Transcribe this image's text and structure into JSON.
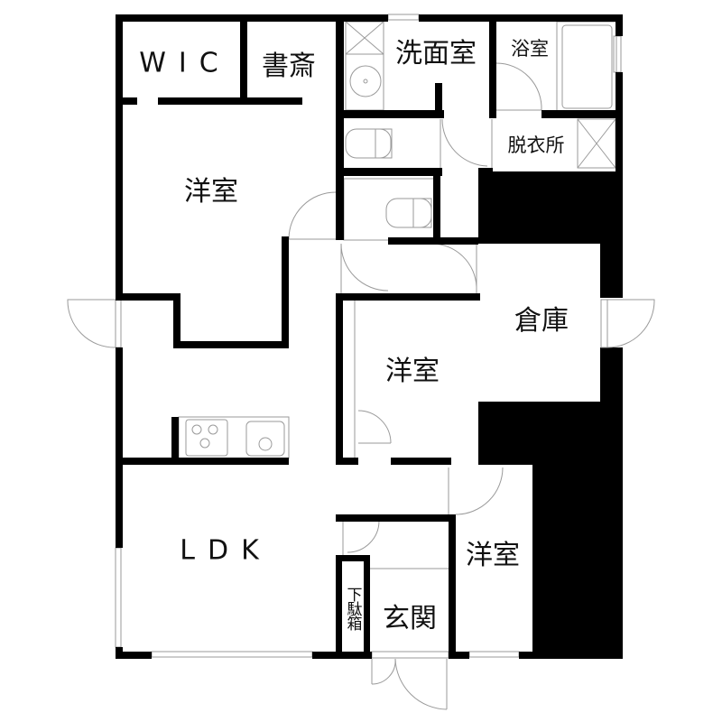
{
  "plan": {
    "colors": {
      "wall": "#000000",
      "fixture": "#9a9a9a",
      "background": "#ffffff"
    },
    "rooms": {
      "wic": "WIC",
      "study": "書斎",
      "washroom": "洗面室",
      "bathroom": "浴室",
      "dressing": "脱衣所",
      "western_room_1": "洋室",
      "storage": "倉庫",
      "western_room_2": "洋室",
      "ldk": "LDK",
      "western_room_3": "洋室",
      "entrance": "玄関",
      "shoe_box": "下駄箱"
    },
    "fixtures": [
      "washbasin-icon",
      "toilet-icon",
      "toilet-icon",
      "bathtub-icon",
      "stove-icon",
      "sink-icon"
    ]
  }
}
